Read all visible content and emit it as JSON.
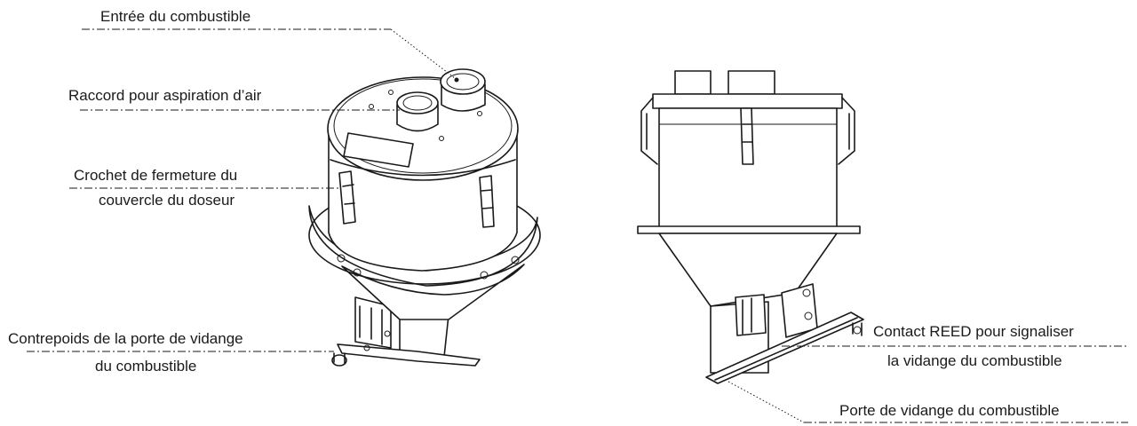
{
  "labels": {
    "fuel_inlet": "Entrée du combustible",
    "air_suction": "Raccord pour aspiration d’air",
    "lid_hook_line1": "Crochet de fermeture du",
    "lid_hook_line2": "couvercle du doseur",
    "counterweight_line1": "Contrepoids de la porte de vidange",
    "counterweight_line2": "du combustible",
    "reed_line1": "Contact REED pour signaliser",
    "reed_line2": "la vidange du combustible",
    "drain_door": "Porte de vidange du combustible"
  }
}
